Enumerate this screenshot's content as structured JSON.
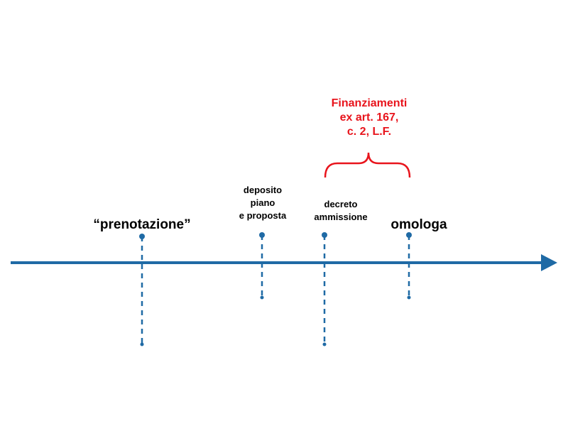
{
  "colors": {
    "axis": "#1f6aa5",
    "marker": "#1f6aa5",
    "annotation": "#e8141c",
    "text": "#000000"
  },
  "events": [
    {
      "label_lines": [
        "“prenotazione”"
      ]
    },
    {
      "label_lines": [
        "deposito",
        "piano",
        "e proposta"
      ]
    },
    {
      "label_lines": [
        "decreto",
        "ammissione"
      ]
    },
    {
      "label_lines": [
        "omologa"
      ]
    }
  ],
  "annotation": {
    "lines": [
      "Finanziamenti",
      "ex art. 167,",
      "c. 2, L.F."
    ],
    "spans_from_event": 2,
    "spans_to_event": 3
  }
}
